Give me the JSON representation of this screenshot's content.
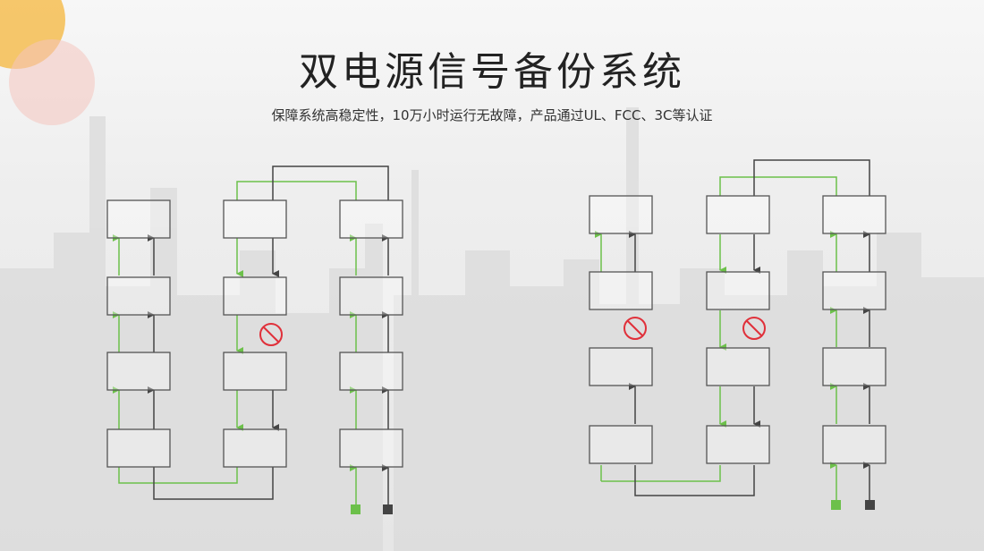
{
  "header": {
    "title": "双电源信号备份系统",
    "subtitle": "保障系统高稳定性，10万小时运行无故障，产品通过UL、FCC、3C等认证"
  },
  "colors": {
    "primary_signal": "#6cc04a",
    "backup_signal": "#444444",
    "fault": "#e0303a",
    "box_border": "#555555",
    "accent_orange": "#f5b942",
    "accent_pink": "#f3b9b3"
  },
  "diagrams": [
    {
      "name": "left",
      "columns": 3,
      "boxes_per_column": 4,
      "fault_markers": [
        {
          "column": 2,
          "between_rows": [
            2,
            3
          ]
        }
      ],
      "sources": [
        "power-green",
        "power-gray"
      ]
    },
    {
      "name": "right",
      "columns": 3,
      "boxes_per_column": 4,
      "fault_markers": [
        {
          "column": 1,
          "between_rows": [
            2,
            3
          ]
        },
        {
          "column": 2,
          "between_rows": [
            2,
            3
          ]
        }
      ],
      "sources": [
        "power-green",
        "power-gray"
      ]
    }
  ]
}
